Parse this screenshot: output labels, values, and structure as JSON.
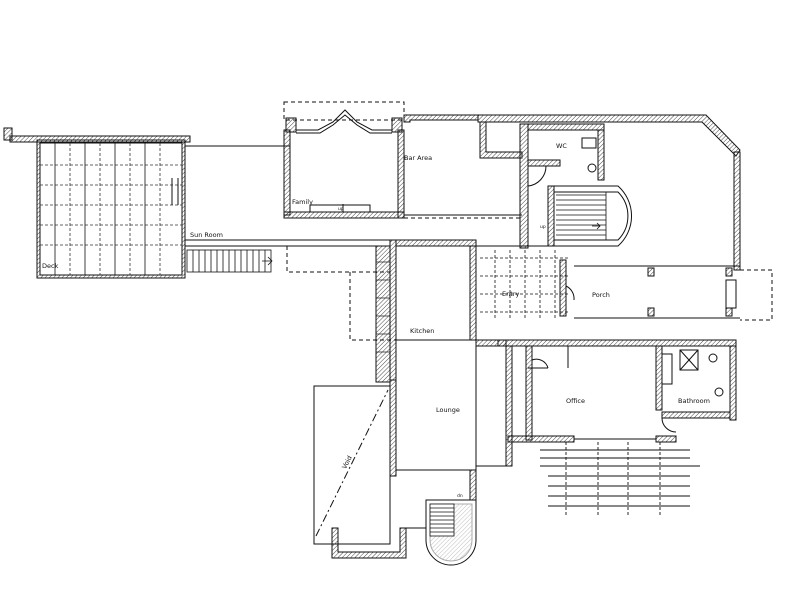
{
  "rooms": {
    "wc": "WC",
    "bar_area": "Bar Area",
    "family": "Family",
    "sun_room": "Sun Room",
    "deck": "Deck",
    "entry": "Entry",
    "porch": "Porch",
    "kitchen": "Kitchen",
    "lounge": "Lounge",
    "office": "Office",
    "bathroom": "Bathroom",
    "void": "Void"
  },
  "stair_labels": {
    "up": "up",
    "dn": "dn"
  },
  "colors": {
    "line": "#111111",
    "hatch": "#333333",
    "background": "#ffffff"
  }
}
